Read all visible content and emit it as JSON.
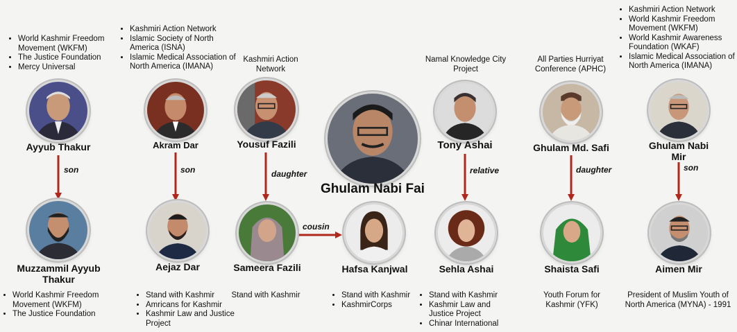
{
  "center": {
    "name": "Ghulam Nabi Fai"
  },
  "people": {
    "ayyub": {
      "name": "Ayyub Thakur",
      "orgs": [
        "World Kashmir Freedom Movement (WKFM)",
        "The Justice Foundation",
        "Mercy Universal"
      ]
    },
    "akram": {
      "name": "Akram Dar",
      "orgs": [
        "Kashmiri Action Network",
        "Islamic Society of North America (ISNA)",
        "Islamic Medical Association of North America (IMANA)"
      ]
    },
    "yousuf": {
      "name": "Yousuf Fazili",
      "org": "Kashmiri Action Network"
    },
    "tony": {
      "name": "Tony Ashai",
      "org": "Namal Knowledge City Project"
    },
    "safi": {
      "name": "Ghulam Md. Safi",
      "org": "All Parties Hurriyat Conference (APHC)"
    },
    "mir": {
      "name": "Ghulam Nabi Mir",
      "orgs": [
        "Kashmiri Action Network",
        "World Kashmir Freedom Movement (WKFM)",
        "World Kashmir Awareness Foundation (WKAF)",
        "Islamic Medical Association of North America (IMANA)"
      ]
    },
    "muzzammil": {
      "name": "Muzzammil Ayyub Thakur",
      "orgs": [
        "World Kashmir Freedom Movement (WKFM)",
        "The Justice Foundation"
      ]
    },
    "aejaz": {
      "name": "Aejaz Dar",
      "orgs": [
        "Stand with Kashmir",
        "Amricans for Kashmir",
        "Kashmir Law and Justice Project"
      ]
    },
    "sameera": {
      "name": "Sameera Fazili",
      "org": "Stand with Kashmir"
    },
    "hafsa": {
      "name": "Hafsa Kanjwal",
      "orgs": [
        "Stand with Kashmir",
        "KashmirCorps"
      ]
    },
    "sehla": {
      "name": "Sehla Ashai",
      "orgs": [
        "Stand with Kashmir",
        "Kashmir Law and Justice Project",
        "Chinar International"
      ]
    },
    "shaista": {
      "name": "Shaista Safi",
      "org": "Youth Forum for Kashmir (YFK)"
    },
    "aimen": {
      "name": "Aimen Mir",
      "org": "President of Muslim Youth of North America (MYNA) - 1991"
    }
  },
  "relations": {
    "son": "son",
    "daughter": "daughter",
    "relative": "relative",
    "cousin": "cousin"
  },
  "colors": {
    "arrow": "#b0281c",
    "background": "#f4f4f2"
  }
}
